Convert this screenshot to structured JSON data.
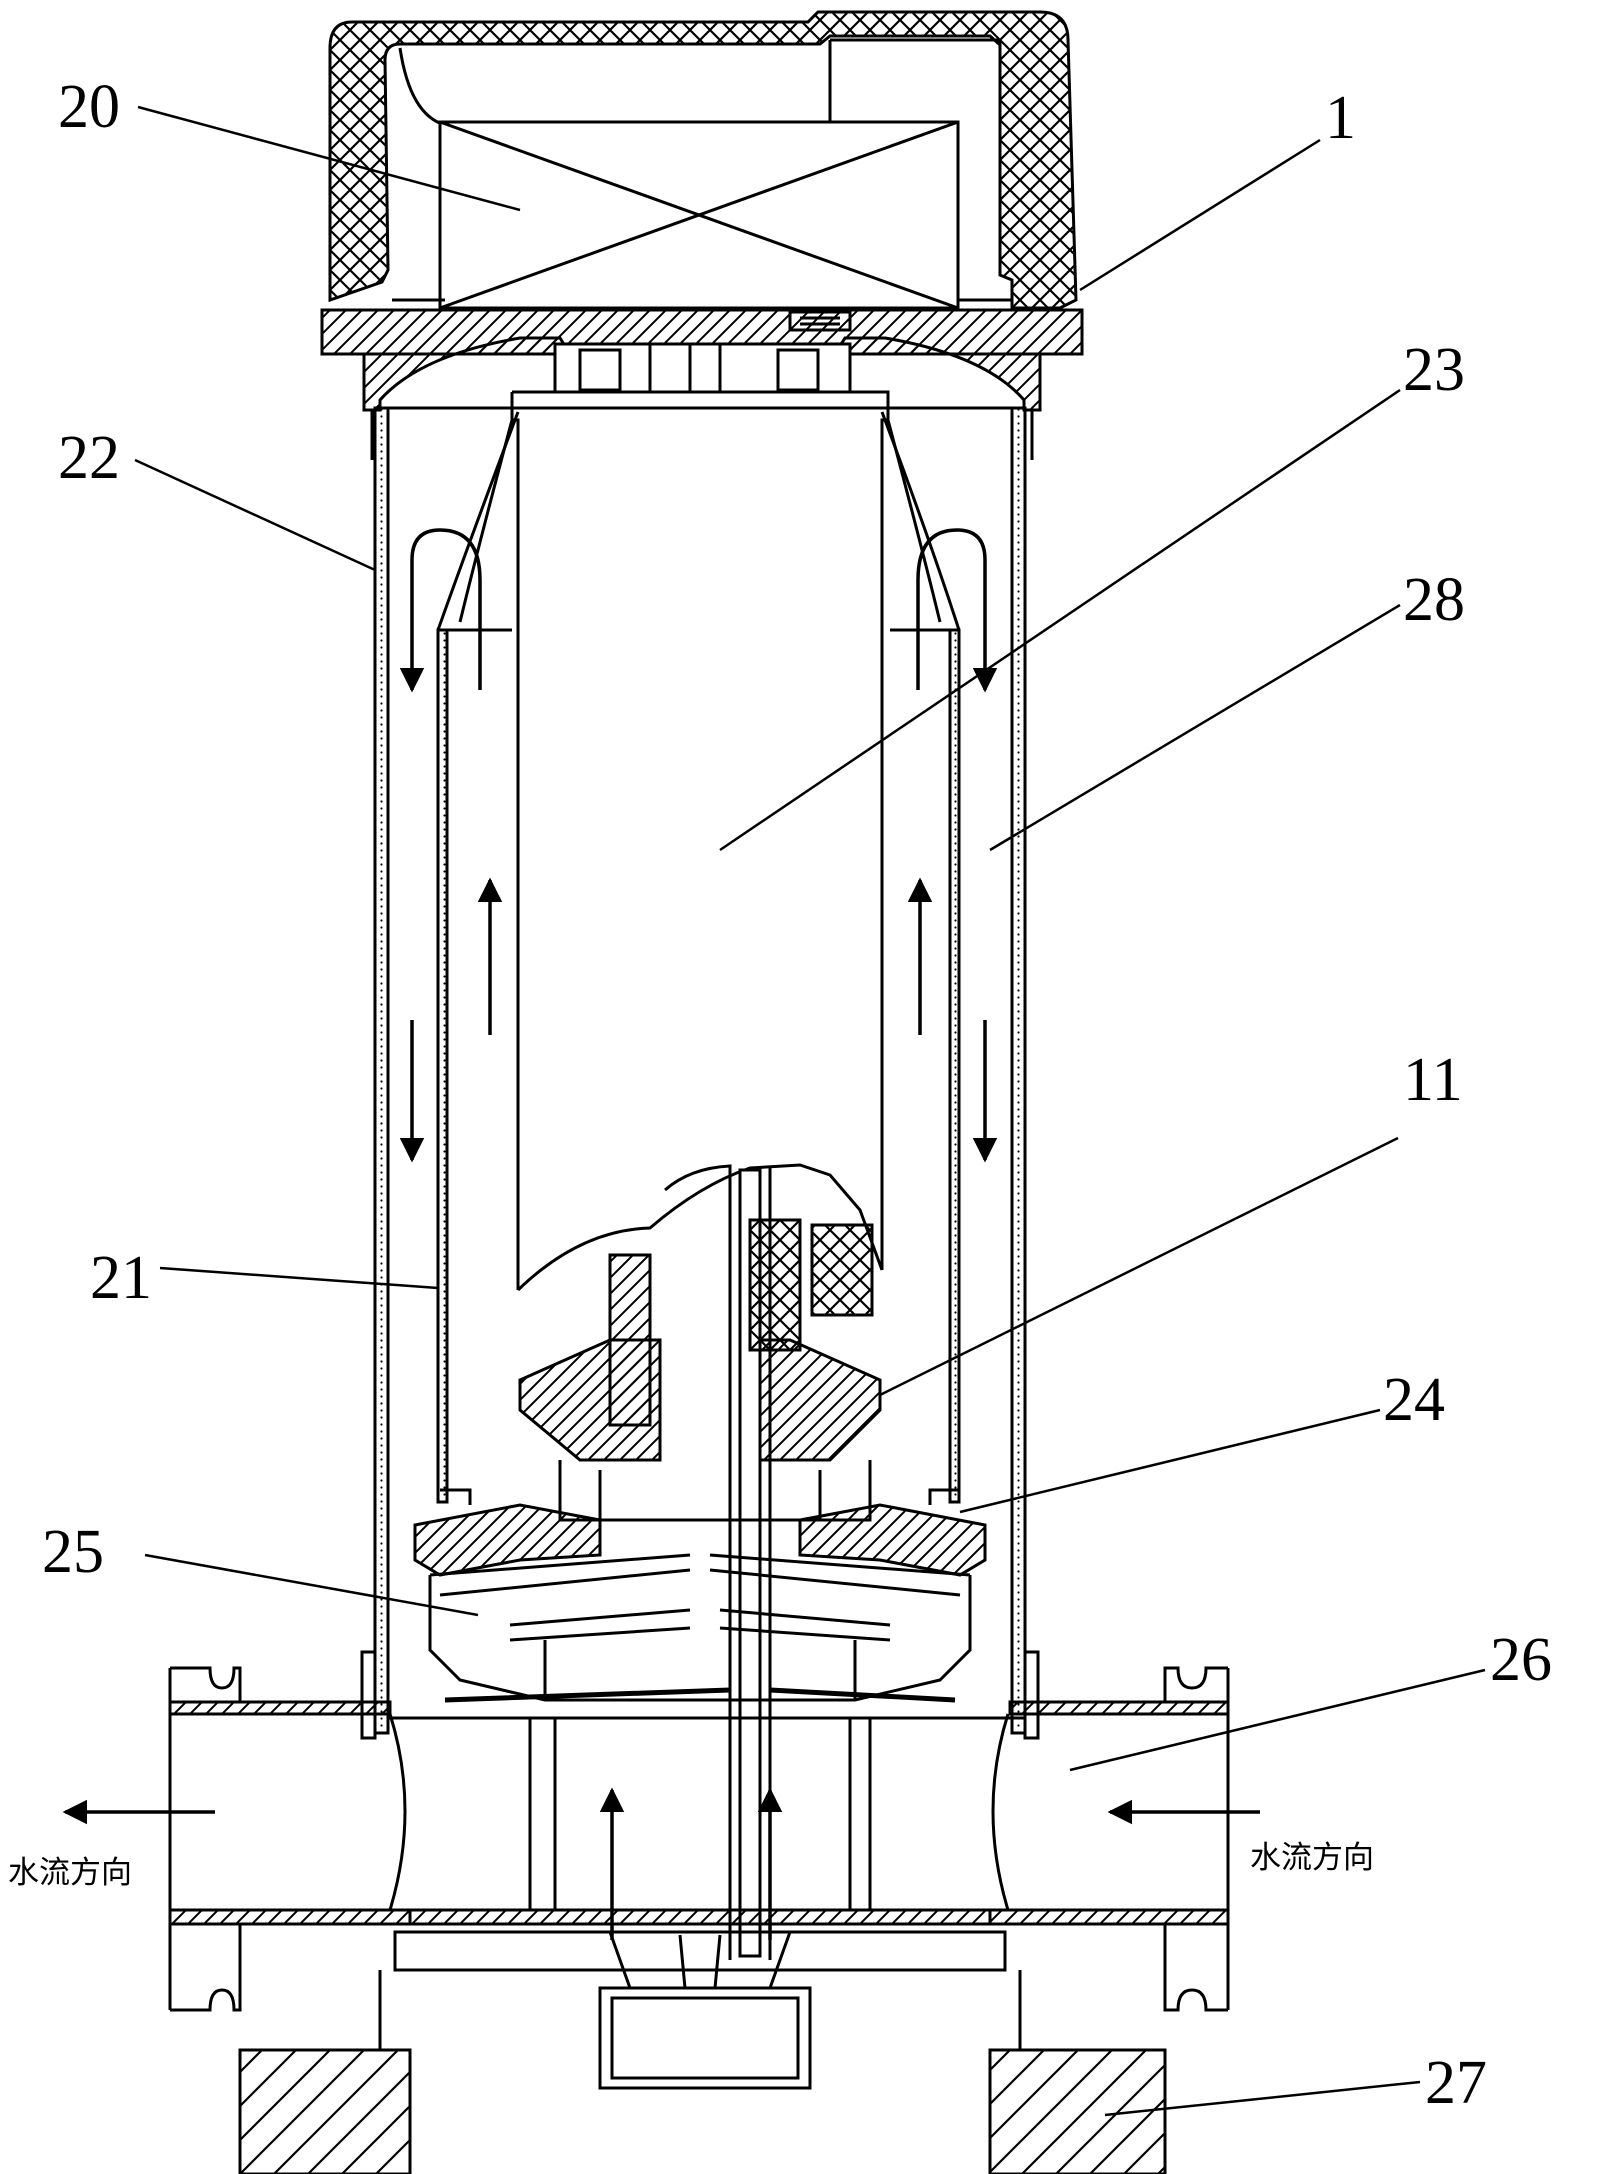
{
  "labels": {
    "l20": "20",
    "l1": "1",
    "l23": "23",
    "l22": "22",
    "l28": "28",
    "l11": "11",
    "l21": "21",
    "l24": "24",
    "l25": "25",
    "l26": "26",
    "l27": "27"
  },
  "flow_direction_left": "水流方向",
  "flow_direction_right": "水流方向"
}
